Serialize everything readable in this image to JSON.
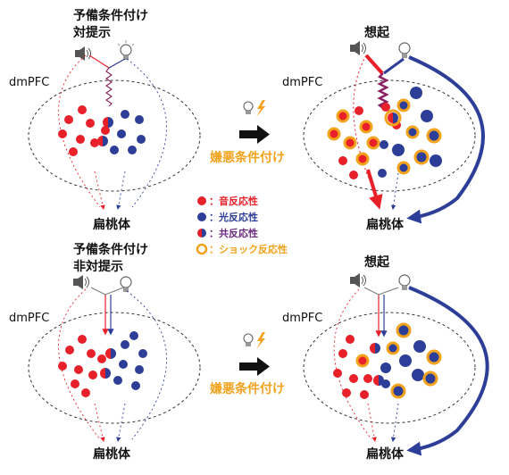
{
  "labels": {
    "top_left_title_1": "予備条件付け",
    "top_left_title_2": "対提示",
    "top_right_title": "想起",
    "bottom_left_title_1": "予備条件付け",
    "bottom_left_title_2": "非対提示",
    "bottom_right_title": "想起",
    "region": "dmPFC",
    "target": "扁桃体",
    "conditioning": "嫌悪条件付け"
  },
  "legend": [
    {
      "marker": "red",
      "label": "：音反応性",
      "color": "#e8202a"
    },
    {
      "marker": "blue",
      "label": "：光反応性",
      "color": "#2d3e98"
    },
    {
      "marker": "half",
      "label": "：共反応性",
      "color": "#6b2a80"
    },
    {
      "marker": "ring",
      "label": "：ショック反応性",
      "color": "#f2a21b"
    }
  ],
  "colors": {
    "red": "#e8202a",
    "blue": "#2d3e98",
    "orange": "#f2a21b",
    "purple": "#6b2a80",
    "dashed": "#555555"
  },
  "icons": [
    "speaker-icon",
    "light-bulb-icon",
    "lightning-icon",
    "arrow-right-icon"
  ]
}
